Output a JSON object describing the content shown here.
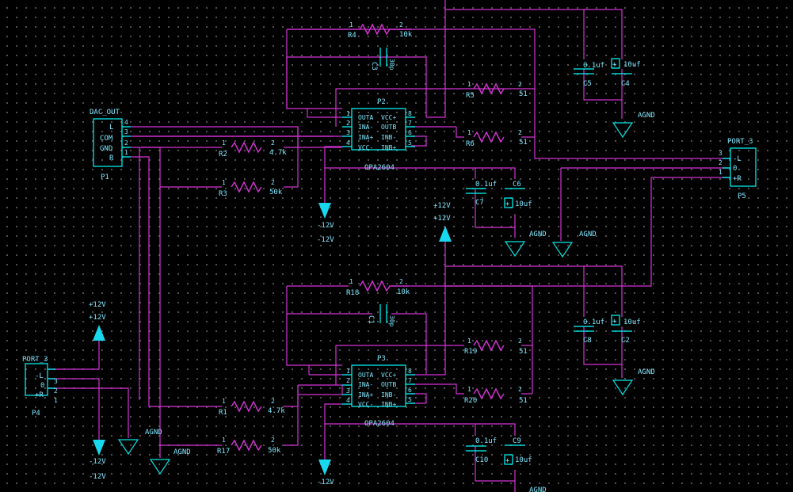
{
  "connectors": {
    "dac_out": {
      "name": "DAC_OUT",
      "ref": "P1",
      "pins": [
        "L",
        "COM",
        "GND",
        "R"
      ],
      "pin_numbers": [
        "4",
        "3",
        "2",
        "1"
      ]
    },
    "p4": {
      "name": "PORT_3",
      "ref": "P4",
      "pins": [
        "-L",
        "0",
        "+R"
      ],
      "pin_numbers": [
        "3",
        "2",
        "1"
      ]
    },
    "p5": {
      "name": "PORT_3",
      "ref": "P5",
      "pins": [
        "-L",
        "0",
        "+R"
      ],
      "pin_numbers": [
        "3",
        "2",
        "1"
      ]
    }
  },
  "opamps": [
    {
      "ref": "P2",
      "part": "OPA2604",
      "left_pins": [
        "OUTA",
        "INA-",
        "INA+",
        "VCC-"
      ],
      "right_pins": [
        "VCC+",
        "OUTB",
        "INB-",
        "INB+"
      ],
      "left_nums": [
        "1",
        "2",
        "3",
        "4"
      ],
      "right_nums": [
        "8",
        "7",
        "6",
        "5"
      ]
    },
    {
      "ref": "P3",
      "part": "OPA2604",
      "left_pins": [
        "OUTA",
        "INA-",
        "INA+",
        "VCC-"
      ],
      "right_pins": [
        "VCC+",
        "OUTB",
        "INB-",
        "INB+"
      ],
      "left_nums": [
        "1",
        "2",
        "3",
        "4"
      ],
      "right_nums": [
        "8",
        "7",
        "6",
        "5"
      ]
    }
  ],
  "resistors": [
    {
      "ref": "R4",
      "value": "10k"
    },
    {
      "ref": "R5",
      "value": "51"
    },
    {
      "ref": "R6",
      "value": "51"
    },
    {
      "ref": "R2",
      "value": "4.7k"
    },
    {
      "ref": "R3",
      "value": "50k"
    },
    {
      "ref": "R18",
      "value": "10k"
    },
    {
      "ref": "R19",
      "value": "51"
    },
    {
      "ref": "R20",
      "value": "51"
    },
    {
      "ref": "R1",
      "value": "4.7k"
    },
    {
      "ref": "R17",
      "value": "50k"
    }
  ],
  "pin_labels": {
    "one": "1",
    "two": "2"
  },
  "capacitors": [
    {
      "ref": "C3",
      "value": "30p"
    },
    {
      "ref": "C1",
      "value": "30p"
    },
    {
      "ref": "C5",
      "value": "0.1uf"
    },
    {
      "ref": "C4",
      "value": "10uf"
    },
    {
      "ref": "C8",
      "value": "0.1uf"
    },
    {
      "ref": "C2",
      "value": "10uf"
    },
    {
      "ref": "C7",
      "value": "0.1uf"
    },
    {
      "ref": "C6",
      "value": "10uf"
    },
    {
      "ref": "C10",
      "value": "0.1uf"
    },
    {
      "ref": "C9",
      "value": "10uf"
    }
  ],
  "power": {
    "pos": "+12V",
    "neg": "-12V",
    "gnd": "AGND"
  },
  "colors": {
    "wire": "#d733d7",
    "body": "#00ffff",
    "text": "#7ee9ff",
    "arrow": "#18d8ee",
    "background": "#000000"
  }
}
